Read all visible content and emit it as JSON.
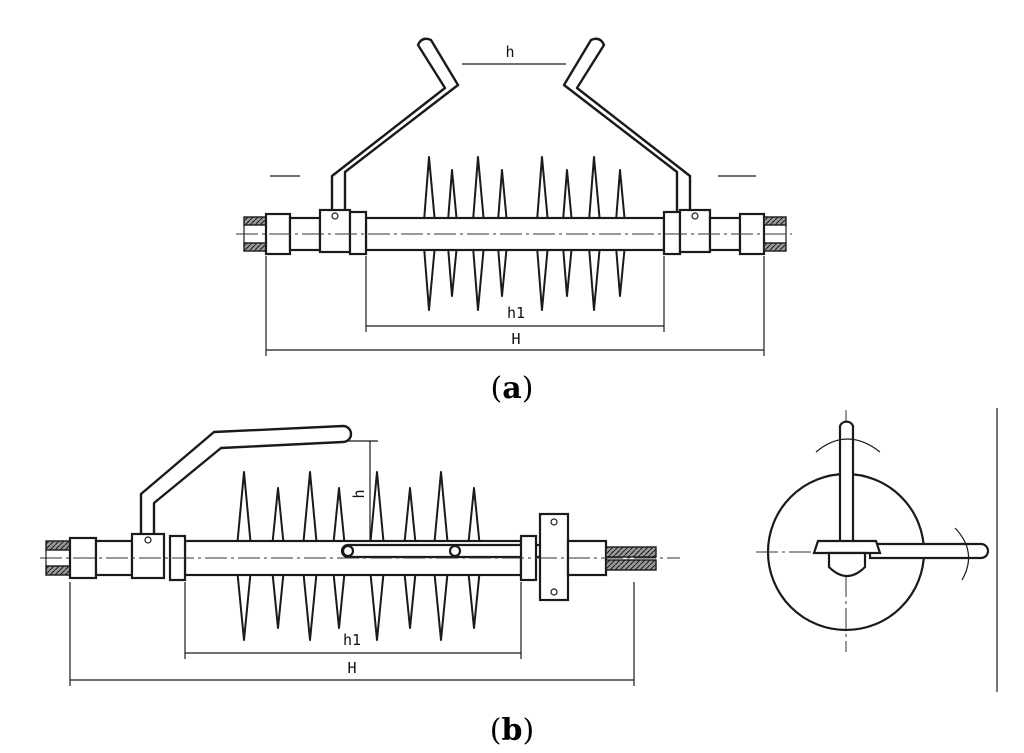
{
  "figure": {
    "panel_a": {
      "caption_open": "(",
      "caption_letter": "a",
      "caption_close": ")",
      "dim_h": "h",
      "dim_h1": "h1",
      "dim_H": "H"
    },
    "panel_b": {
      "caption_open": "(",
      "caption_letter": "b",
      "caption_close": ")",
      "dim_h": "h",
      "dim_h1": "h1",
      "dim_H": "H"
    }
  },
  "colors": {
    "line": "#1a1a1a",
    "background": "#ffffff"
  }
}
